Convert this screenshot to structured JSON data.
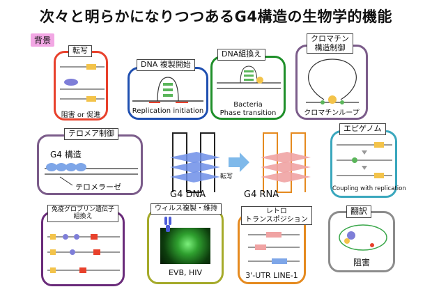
{
  "title": "次々と明らかになりつつあるG4構造の生物学的機能",
  "background_label": "背景",
  "panels": {
    "transcription": {
      "tag": "転写",
      "caption": "阻害 or 促進"
    },
    "replication": {
      "tag": "DNA 複製開始",
      "caption": "Replication initiation"
    },
    "recombination": {
      "tag": "DNA組換え",
      "caption_line1": "Bacteria",
      "caption_line2": "Phase transition"
    },
    "chromatin": {
      "tag_line1": "クロマチン",
      "tag_line2": "構造制御",
      "caption": "クロマチンループ"
    },
    "telomere": {
      "tag": "テロメア制御",
      "label_g4": "G4 構造",
      "label_enzyme": "テロメラーゼ"
    },
    "epigenome": {
      "tag": "エピゲノム",
      "caption": "Coupling with replication"
    },
    "immunoglobulin": {
      "tag_line1": "免疫グロブリン遺伝子",
      "tag_line2": "組換え"
    },
    "virus": {
      "tag": "ウィルス複製・維持",
      "caption": "EVB, HIV"
    },
    "retro": {
      "tag_line1": "レトロ",
      "tag_line2": "トランスポジション",
      "caption": "3'-UTR LINE-1"
    },
    "translation": {
      "tag": "翻訳",
      "caption": "阻害"
    }
  },
  "center": {
    "dna_label": "G4 DNA",
    "rna_label": "G4 RNA",
    "arrow_label": "転写"
  },
  "colors": {
    "red": "#e8412c",
    "blue": "#1f4fb0",
    "green": "#1f8f2a",
    "purple": "#7b5c8a",
    "teal": "#3aa7bd",
    "olive": "#a5aa2a",
    "orange": "#e58a1f",
    "gray": "#8c8c8c",
    "quartet_blue": "#6d8ee8",
    "quartet_red": "#f0a3a3"
  }
}
